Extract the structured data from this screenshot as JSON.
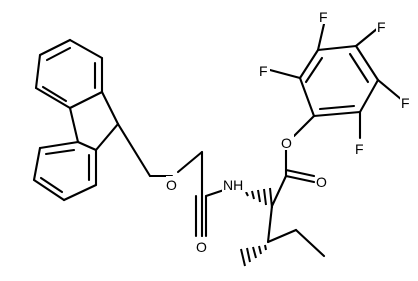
{
  "diagram": {
    "type": "chemical-structure",
    "atom_labels": {
      "F1": "F",
      "F2": "F",
      "F3": "F",
      "F4": "F",
      "F5": "F",
      "O_ester": "O",
      "O_carbonyl": "O",
      "NH": "NH",
      "O_carbamate": "O",
      "O_carbamate_carbonyl": "O"
    }
  }
}
